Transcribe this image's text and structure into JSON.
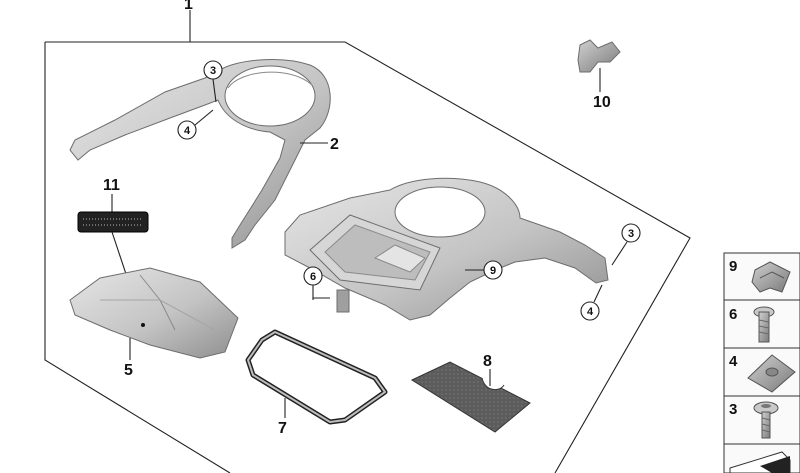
{
  "callouts": {
    "main_group": "1",
    "bracket": "2",
    "screw": "3",
    "clip_nut": "4",
    "cover": "5",
    "bolt": "6",
    "seal_frame": "7",
    "pad": "8",
    "clamp": "9",
    "connector": "10",
    "label": "11"
  },
  "legend": {
    "items": [
      {
        "number": "9",
        "icon": "spring-clip-icon"
      },
      {
        "number": "6",
        "icon": "bolt-icon"
      },
      {
        "number": "4",
        "icon": "clip-nut-icon"
      },
      {
        "number": "3",
        "icon": "screw-icon"
      }
    ]
  },
  "colors": {
    "line": "#222222",
    "part_fill": "#cdcdcd",
    "part_dark": "#9a9a9a",
    "pad_fill": "#5a5a5a"
  }
}
